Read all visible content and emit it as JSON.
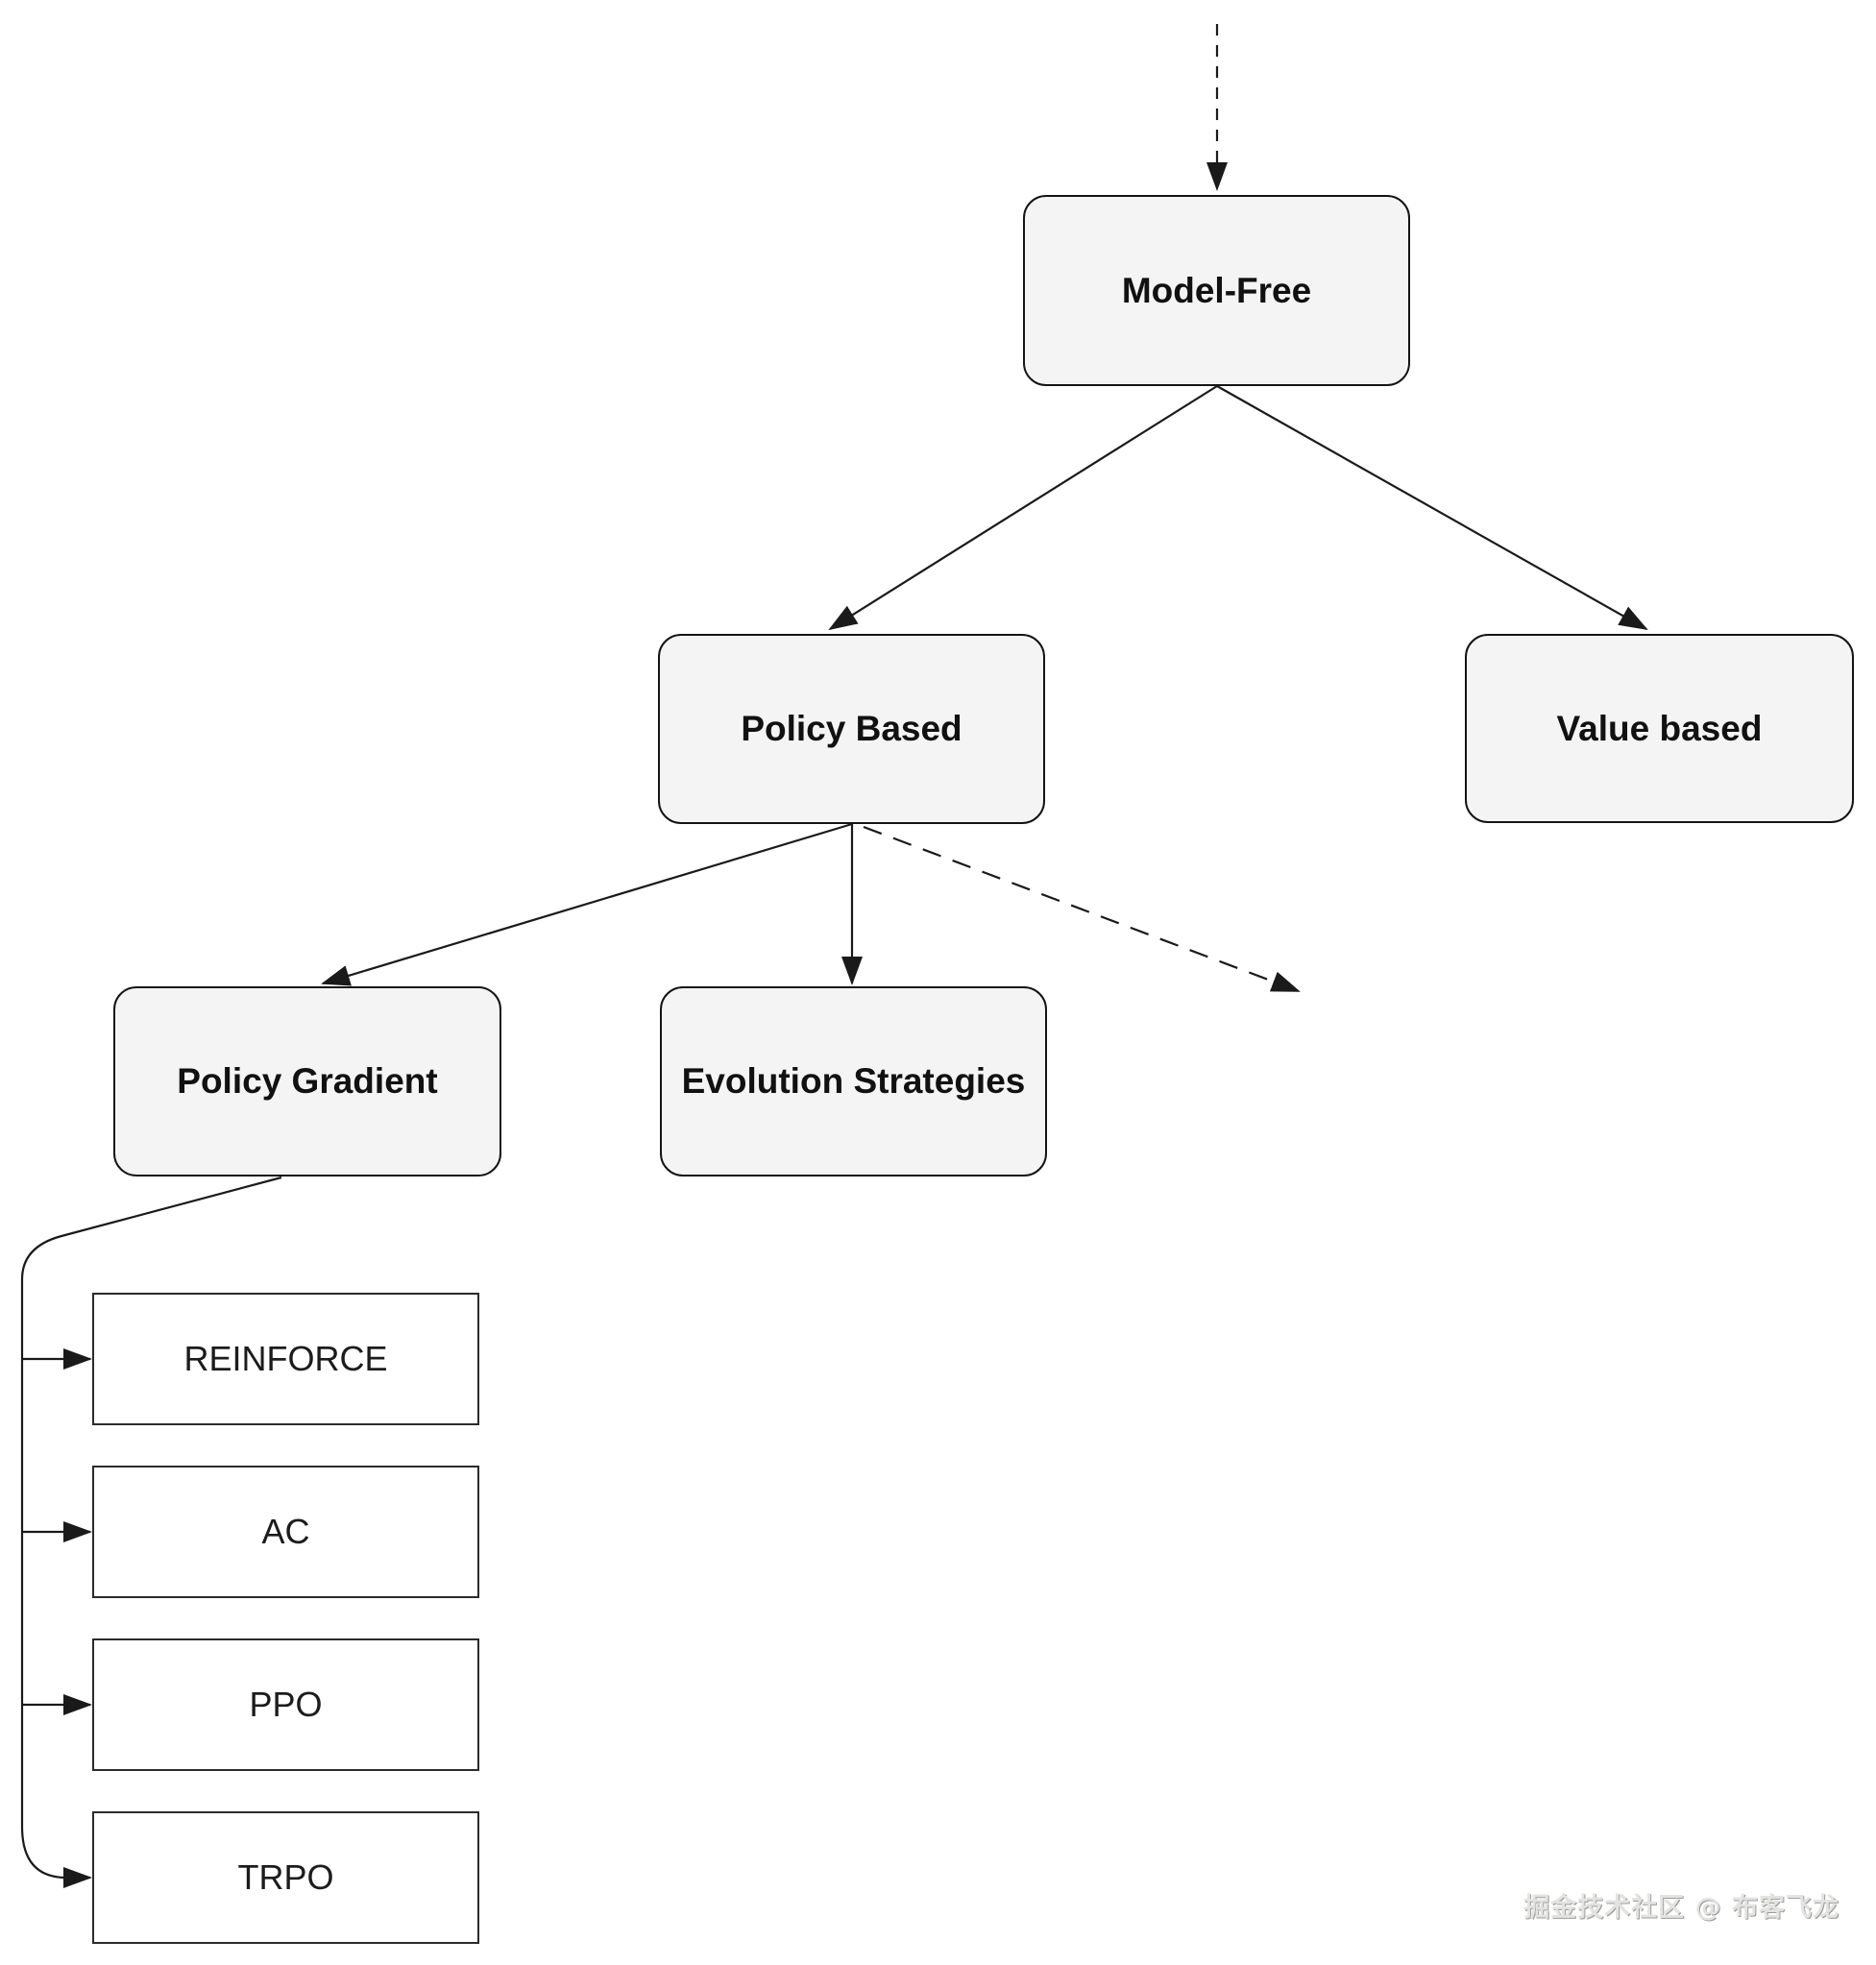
{
  "diagram": {
    "nodes": {
      "model_free": {
        "label": "Model-Free"
      },
      "policy_based": {
        "label": "Policy Based"
      },
      "value_based": {
        "label": "Value based"
      },
      "policy_gradient": {
        "label": "Policy Gradient"
      },
      "evolution_strategies": {
        "label": "Evolution Strategies"
      },
      "reinforce": {
        "label": "REINFORCE"
      },
      "ac": {
        "label": "AC"
      },
      "ppo": {
        "label": "PPO"
      },
      "trpo": {
        "label": "TRPO"
      }
    },
    "edges": [
      {
        "from": "start",
        "to": "Model-Free",
        "style": "dashed"
      },
      {
        "from": "Model-Free",
        "to": "Policy Based",
        "style": "solid"
      },
      {
        "from": "Model-Free",
        "to": "Value based",
        "style": "solid"
      },
      {
        "from": "Policy Based",
        "to": "Policy Gradient",
        "style": "solid"
      },
      {
        "from": "Policy Based",
        "to": "Evolution Strategies",
        "style": "solid"
      },
      {
        "from": "Policy Based",
        "to": "(unlabeled)",
        "style": "dashed"
      },
      {
        "from": "Policy Gradient",
        "to": "REINFORCE",
        "style": "solid"
      },
      {
        "from": "Policy Gradient",
        "to": "AC",
        "style": "solid"
      },
      {
        "from": "Policy Gradient",
        "to": "PPO",
        "style": "solid"
      },
      {
        "from": "Policy Gradient",
        "to": "TRPO",
        "style": "solid"
      }
    ],
    "colors": {
      "background": "#ffffff",
      "branch_fill": "#f4f4f4",
      "leaf_fill": "#ffffff",
      "border": "#141414",
      "line": "#1a1a1a",
      "text": "#111111",
      "watermark_text": "#e3e3e1"
    },
    "watermark": {
      "text": "掘金技术社区 @ 布客飞龙"
    }
  }
}
